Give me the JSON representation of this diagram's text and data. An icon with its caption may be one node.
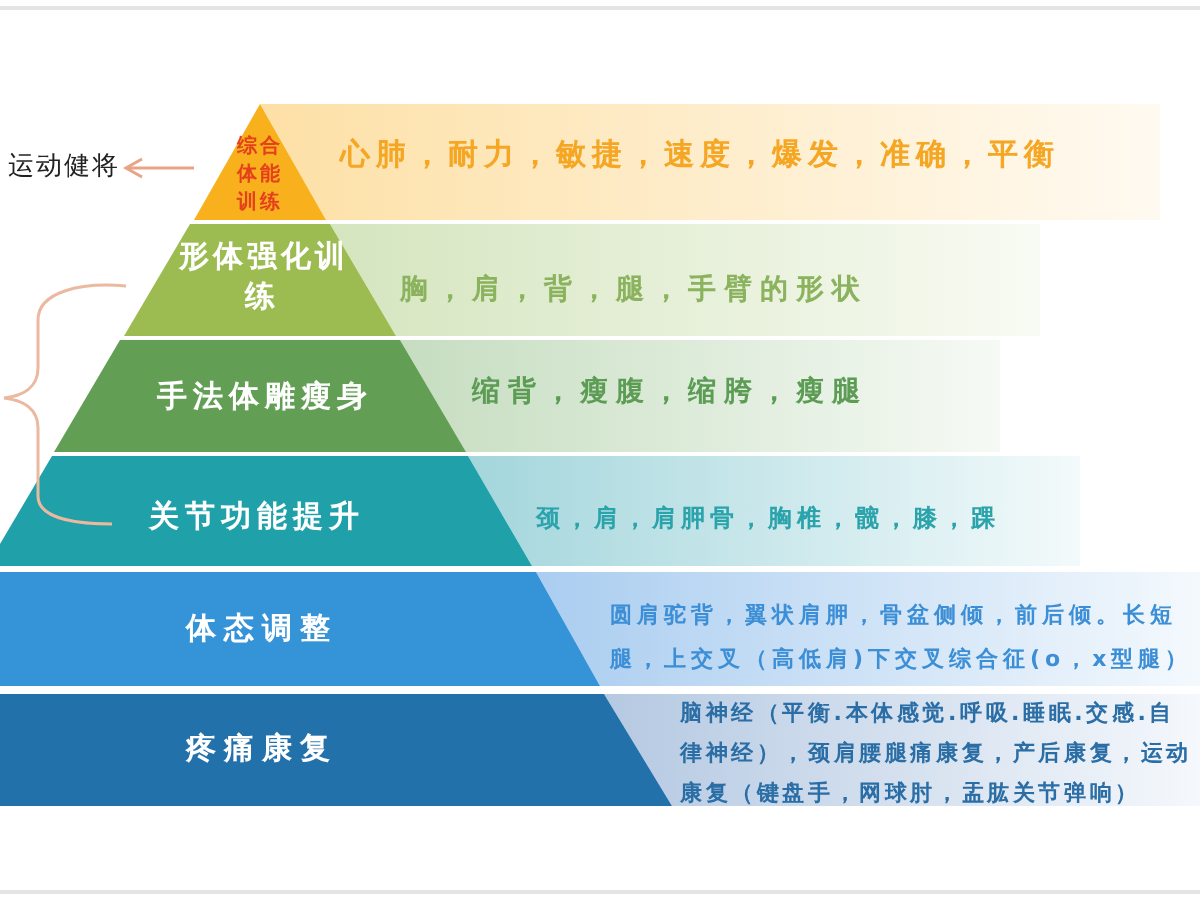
{
  "diagram": {
    "nodes": [
      {
        "text": [
          "综合体能训练",
          "心肺，耐力，敏捷，速度，爆发，准确，平衡"
        ]
      },
      {
        "text": [
          "形体强化训练",
          "胸，肩，背，腿，手臂的形状"
        ]
      },
      {
        "text": [
          "手法体雕瘦身",
          "缩背，瘦腹，缩胯，瘦腿"
        ]
      },
      {
        "text": [
          "关节功能提升",
          "颈，肩，肩胛骨，胸椎，髋，膝，踝"
        ]
      },
      {
        "text": [
          "体态调整",
          "圆肩驼背，翼状肩胛，骨盆侧倾，前后倾。长短腿，上交叉（高低肩)下交叉综合征(o，x型腿）"
        ]
      },
      {
        "text": [
          "疼痛康复",
          "脑神经（平衡.本体感觉.呼吸.睡眠.交感.自律神经），颈肩腰腿痛康复，产后康复，运动康复（键盘手，网球肘，盂肱关节弹响）"
        ]
      },
      {
        "text": [
          "运动健将"
        ]
      }
    ],
    "edges": [
      {
        "from": 0,
        "to": 6,
        "arrow": "to"
      }
    ]
  }
}
